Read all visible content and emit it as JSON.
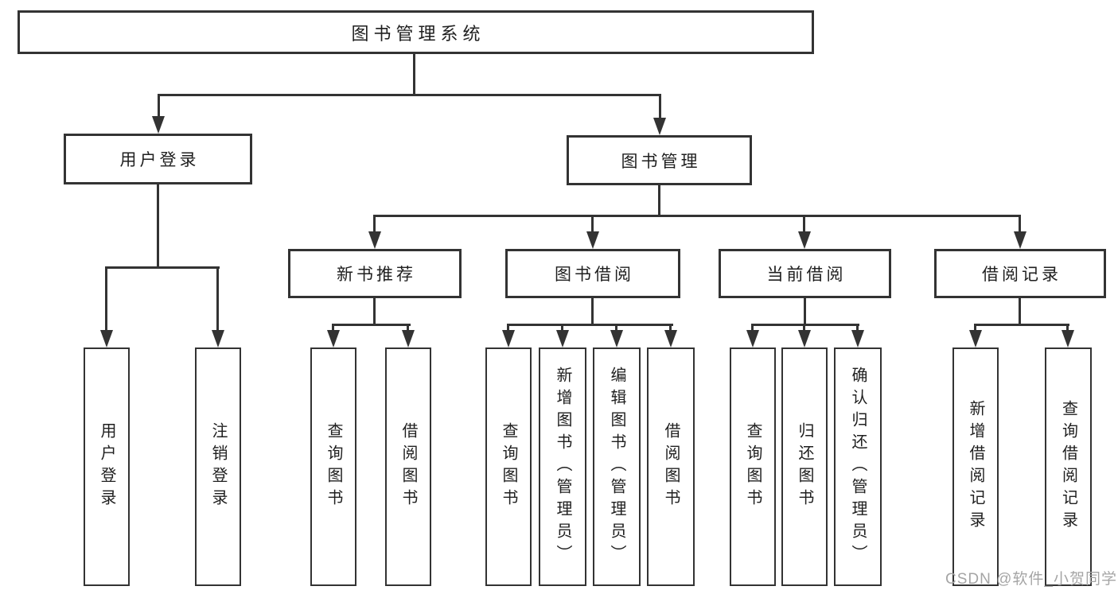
{
  "diagram": {
    "root": {
      "label": "图书管理系统"
    },
    "level2": [
      {
        "label": "用户登录"
      },
      {
        "label": "图书管理"
      }
    ],
    "level3": [
      {
        "label": "新书推荐",
        "parent": "图书管理"
      },
      {
        "label": "图书借阅",
        "parent": "图书管理"
      },
      {
        "label": "当前借阅",
        "parent": "图书管理"
      },
      {
        "label": "借阅记录",
        "parent": "图书管理"
      }
    ],
    "leaves": [
      {
        "label": "用户登录",
        "parent": "用户登录"
      },
      {
        "label": "注销登录",
        "parent": "用户登录"
      },
      {
        "label": "查询图书",
        "parent": "新书推荐"
      },
      {
        "label": "借阅图书",
        "parent": "新书推荐"
      },
      {
        "label": "查询图书",
        "parent": "图书借阅"
      },
      {
        "label": "新增图书（管理员）",
        "parent": "图书借阅"
      },
      {
        "label": "编辑图书（管理员）",
        "parent": "图书借阅"
      },
      {
        "label": "借阅图书",
        "parent": "图书借阅"
      },
      {
        "label": "查询图书",
        "parent": "当前借阅"
      },
      {
        "label": "归还图书",
        "parent": "当前借阅"
      },
      {
        "label": "确认归还（管理员）",
        "parent": "当前借阅"
      },
      {
        "label": "新增借阅记录",
        "parent": "借阅记录"
      },
      {
        "label": "查询借阅记录",
        "parent": "借阅记录"
      }
    ]
  },
  "watermark": {
    "text": "CSDN @软件_小贺同学"
  },
  "colors": {
    "line": "#333333",
    "text": "#1f1f1f",
    "background": "#ffffff",
    "watermark": "#a5a5a5"
  }
}
